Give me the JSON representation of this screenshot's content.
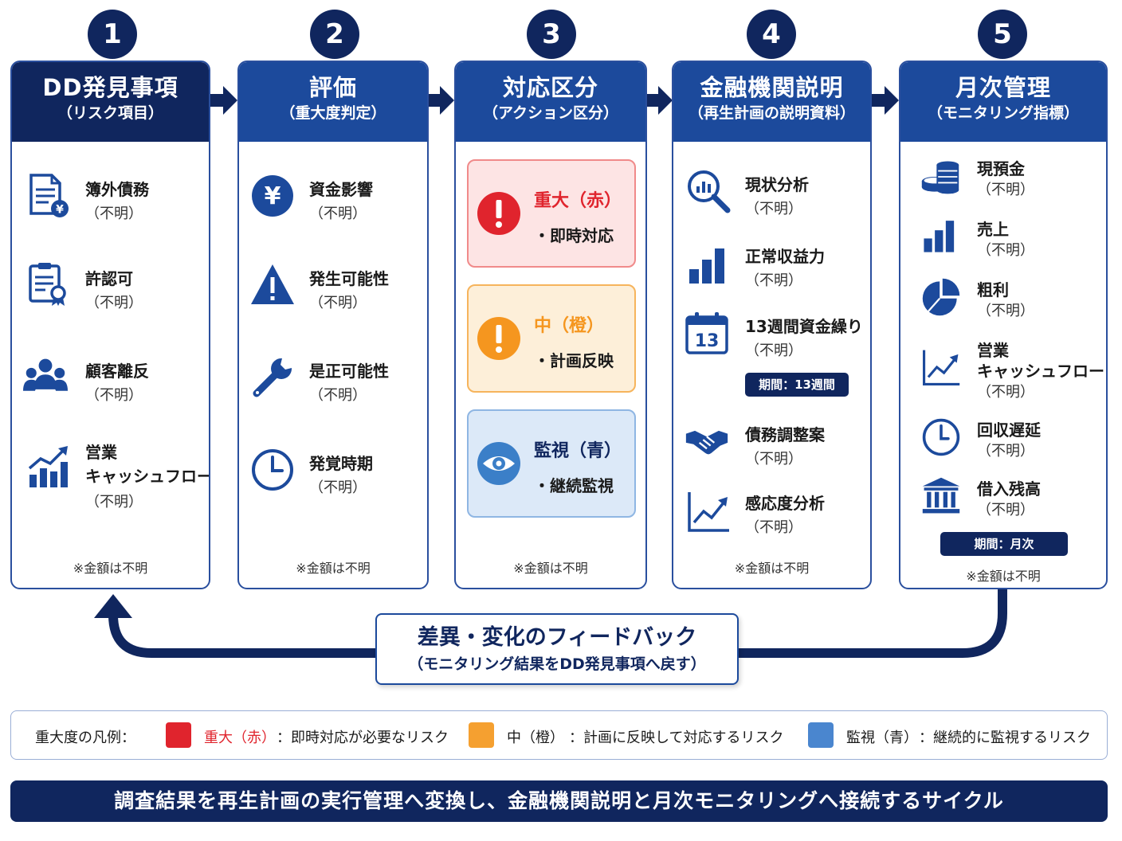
{
  "steps": [
    "1",
    "2",
    "3",
    "4",
    "5"
  ],
  "columns": {
    "col1": {
      "title": "DD発見事項",
      "subtitle": "（リスク項目）",
      "items": [
        {
          "title": "簿外債務",
          "value": "（不明）",
          "icon": "document-yen-icon"
        },
        {
          "title": "許認可",
          "value": "（不明）",
          "icon": "certificate-icon"
        },
        {
          "title": "顧客離反",
          "value": "（不明）",
          "icon": "people-icon"
        },
        {
          "title": "営業",
          "title2": "キャッシュフロー",
          "value": "（不明）",
          "icon": "growth-chart-icon"
        }
      ],
      "footnote": "※金額は不明"
    },
    "col2": {
      "title": "評価",
      "subtitle": "（重大度判定）",
      "items": [
        {
          "title": "資金影響",
          "value": "（不明）",
          "icon": "yen-circle-icon"
        },
        {
          "title": "発生可能性",
          "value": "（不明）",
          "icon": "warning-icon"
        },
        {
          "title": "是正可能性",
          "value": "（不明）",
          "icon": "wrench-icon"
        },
        {
          "title": "発覚時期",
          "value": "（不明）",
          "icon": "clock-icon"
        }
      ],
      "footnote": "※金額は不明"
    },
    "col3": {
      "title": "対応区分",
      "subtitle": "（アクション区分）",
      "levels": [
        {
          "title": "重大（赤）",
          "action": "・即時対応",
          "color": "#e0242d",
          "bg": "#fde4e4",
          "border": "#f08a8a"
        },
        {
          "title": "中（橙）",
          "action": "・計画反映",
          "color": "#f5961f",
          "bg": "#fdefd9",
          "border": "#f6b45c"
        },
        {
          "title": "監視（青）",
          "action": "・継続監視",
          "color": "#3b7fc8",
          "bg": "#dce9f8",
          "border": "#8fb6e3"
        }
      ],
      "footnote": "※金額は不明"
    },
    "col4": {
      "title": "金融機関説明",
      "subtitle": "（再生計画の説明資料）",
      "items": [
        {
          "title": "現状分析",
          "value": "（不明）",
          "icon": "magnifier-chart-icon"
        },
        {
          "title": "正常収益力",
          "value": "（不明）",
          "icon": "bar-chart-icon"
        },
        {
          "title": "13週間資金繰り",
          "value": "（不明）",
          "icon": "calendar-13-icon"
        },
        {
          "title": "債務調整案",
          "value": "（不明）",
          "icon": "handshake-icon"
        },
        {
          "title": "感応度分析",
          "value": "（不明）",
          "icon": "line-chart-icon"
        }
      ],
      "calendar_number": "13",
      "period_tag": "期間：13週間",
      "footnote": "※金額は不明"
    },
    "col5": {
      "title": "月次管理",
      "subtitle": "（モニタリング指標）",
      "items": [
        {
          "title": "現預金",
          "value": "（不明）",
          "icon": "coins-icon"
        },
        {
          "title": "売上",
          "value": "（不明）",
          "icon": "bar-chart-icon"
        },
        {
          "title": "粗利",
          "value": "（不明）",
          "icon": "pie-chart-icon"
        },
        {
          "title": "営業",
          "title2": "キャッシュフロー",
          "value": "（不明）",
          "icon": "line-chart-icon"
        },
        {
          "title": "回収遅延",
          "value": "（不明）",
          "icon": "clock-icon"
        },
        {
          "title": "借入残高",
          "value": "（不明）",
          "icon": "bank-icon"
        }
      ],
      "period_tag": "期間：月次",
      "footnote": "※金額は不明"
    }
  },
  "feedback": {
    "title": "差異・変化のフィードバック",
    "subtitle": "（モニタリング結果をDD発見事項へ戻す）"
  },
  "legend": {
    "label": "重大度の凡例：",
    "entries": [
      {
        "name": "重大（赤）",
        "desc": "：即時対応が必要なリスク",
        "color": "#e0242d"
      },
      {
        "name": "中（橙）",
        "desc": "：計画に反映して対応するリスク",
        "color": "#f5a030"
      },
      {
        "name": "監視（青）",
        "desc": "：継続的に監視するリスク",
        "color": "#4a86cf"
      }
    ]
  },
  "bottom_banner": "調査結果を再生計画の実行管理へ変換し、金融機関説明と月次モニタリングへ接続するサイクル",
  "colors": {
    "navy": "#10265e",
    "blue": "#1c4a9c",
    "icon": "#1c4a9c"
  }
}
